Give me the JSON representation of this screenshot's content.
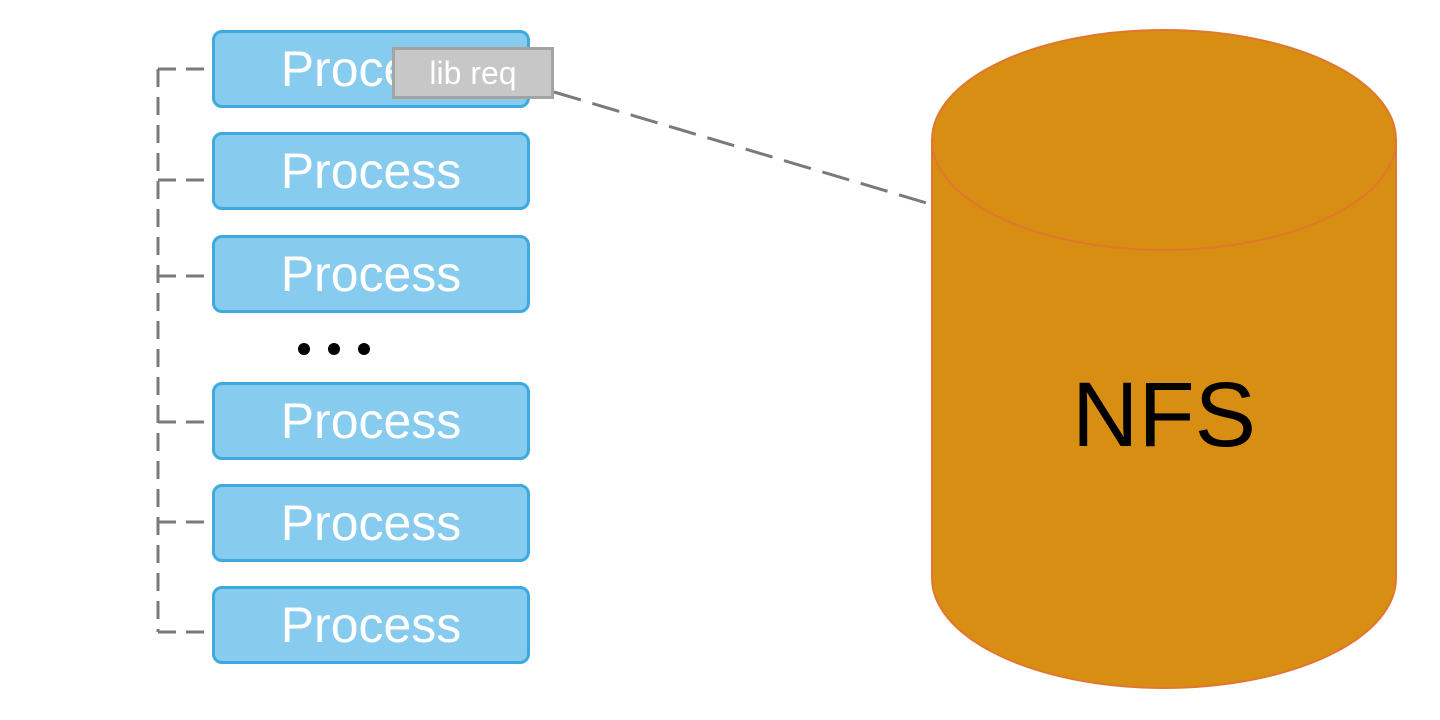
{
  "diagram": {
    "processes": [
      {
        "label": "Process"
      },
      {
        "label": "Process"
      },
      {
        "label": "Process"
      },
      {
        "label": "Process"
      },
      {
        "label": "Process"
      },
      {
        "label": "Process"
      }
    ],
    "ellipsis": "...",
    "request_tag": "lib req",
    "storage_label": "NFS",
    "colors": {
      "process_fill": "#87ccee",
      "process_border": "#3ea9de",
      "process_text": "#ffffff",
      "storage_fill": "#d88e12",
      "storage_border": "#e0772e",
      "connector": "#7a7a7a",
      "tag_fill": "#c7c7c7",
      "tag_border": "#a3a3a3"
    }
  }
}
